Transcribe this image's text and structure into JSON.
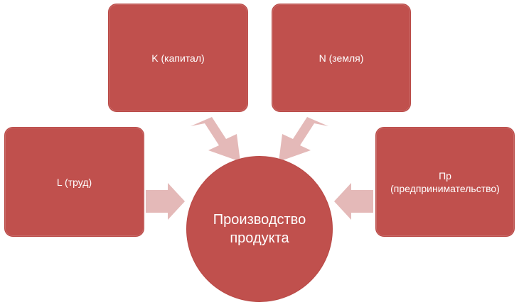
{
  "diagram": {
    "center": {
      "line1": "Производство",
      "line2": "продукта"
    },
    "inputs": {
      "k": {
        "label": "K (капитал)"
      },
      "n": {
        "label": "N (земля)"
      },
      "l": {
        "label": "L (труд)"
      },
      "pr": {
        "line1": "Пр",
        "line2": "(предпринимательство)"
      }
    }
  },
  "colors": {
    "box_fill": "#c0504d",
    "arrow_fill": "#e4b9b8",
    "text": "#ffffff"
  },
  "icons": {
    "arrow_to_center": "block-arrow-icon"
  }
}
